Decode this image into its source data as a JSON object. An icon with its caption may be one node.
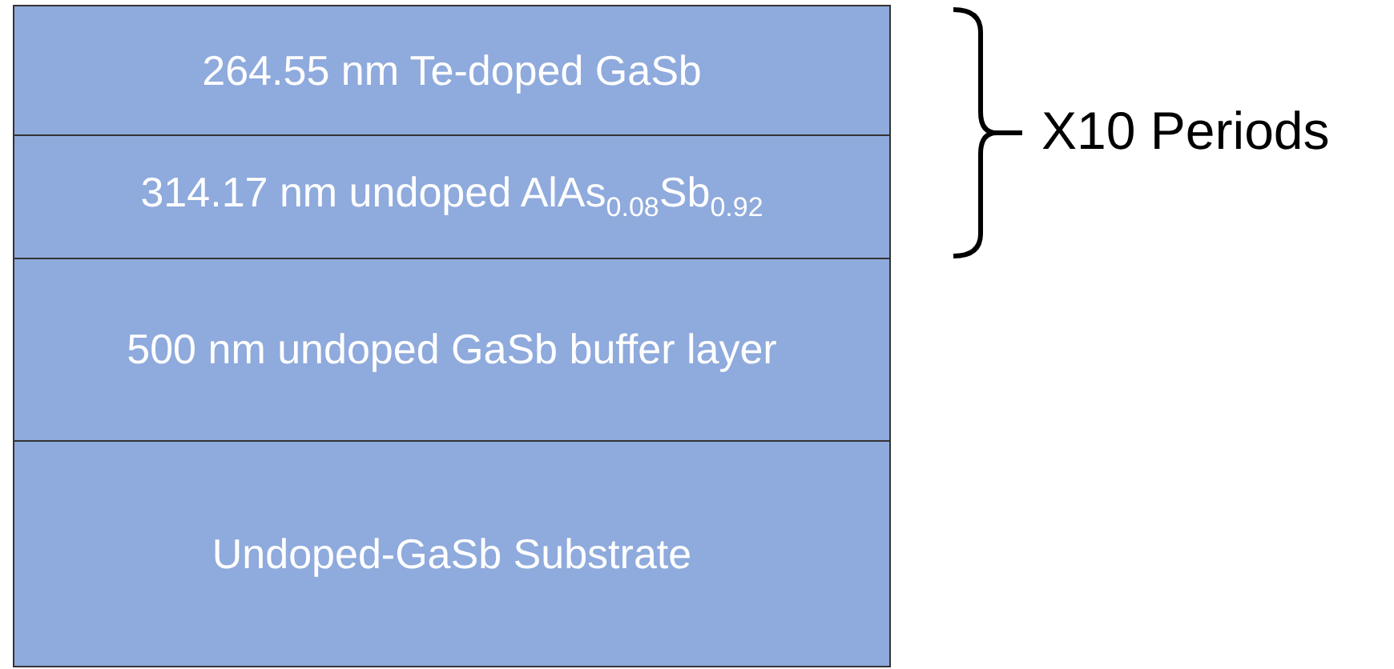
{
  "diagram": {
    "nodes": [
      {
        "text": [
          "264.55 nm Te-doped GaSb"
        ]
      },
      {
        "text": [
          "314.17 nm undoped AlAs$_{0.08}$Sb$_{0.92}$"
        ]
      },
      {
        "text": [
          "500 nm undoped GaSb buffer layer"
        ]
      },
      {
        "text": [
          "Undoped-GaSb Substrate"
        ]
      }
    ],
    "labels": [
      "X10 Periods"
    ]
  }
}
